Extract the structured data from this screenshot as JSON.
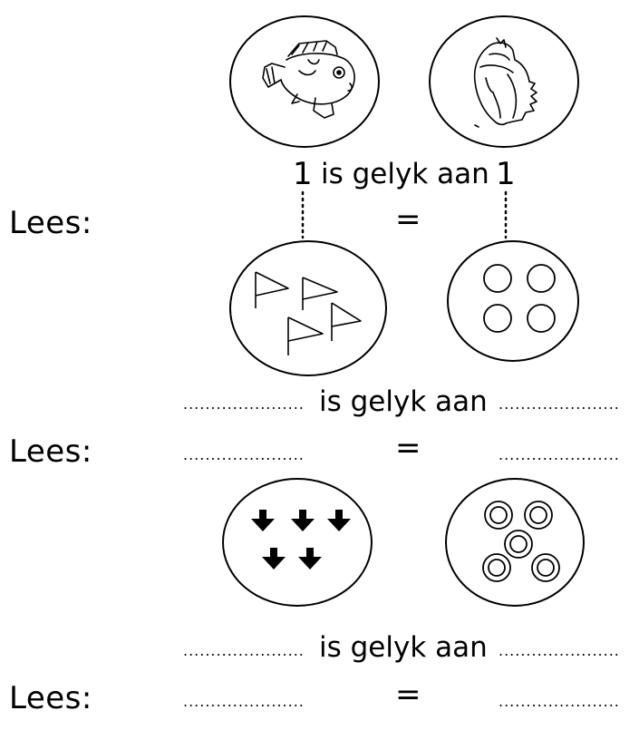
{
  "rows": [
    {
      "id": "row-1",
      "lees_label": "Lees:",
      "phrase": "is gelyk aan",
      "equals": "=",
      "left_value": "1",
      "right_value": "1",
      "left_picture": "fish",
      "right_picture": "shell"
    },
    {
      "id": "row-2",
      "lees_label": "Lees:",
      "phrase": "is gelyk aan",
      "equals": "=",
      "blank": "......................",
      "left_picture": "4 flags",
      "right_picture": "4 circles"
    },
    {
      "id": "row-3",
      "lees_label": "Lees:",
      "phrase": "is gelyk aan",
      "equals": "=",
      "blank": "......................",
      "left_picture": "5 arrows",
      "right_picture": "5 rings"
    }
  ]
}
